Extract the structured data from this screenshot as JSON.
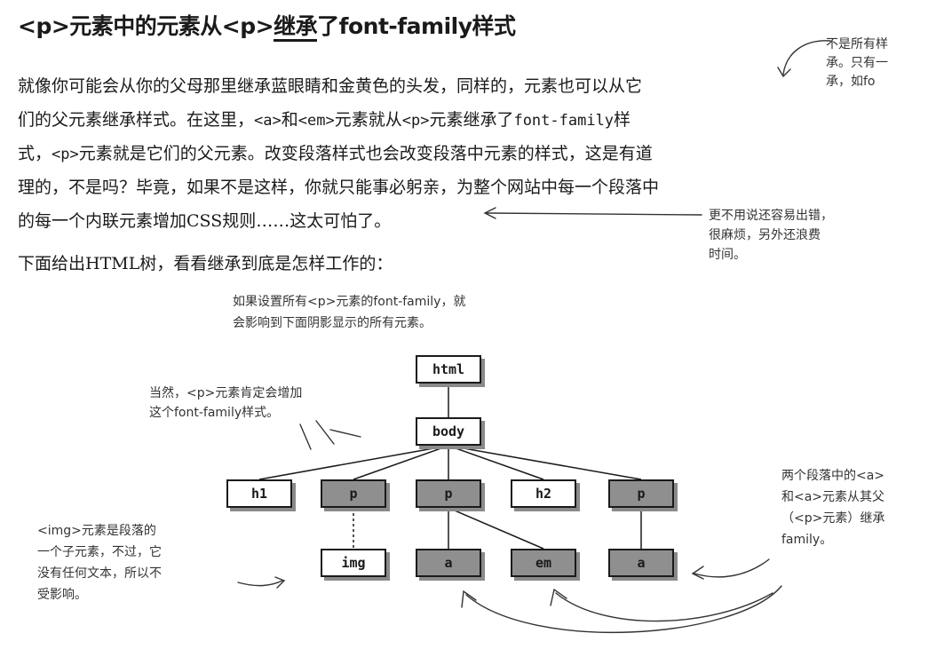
{
  "heading": {
    "part1": "<p>元素中的元素从<p>",
    "part2": "继承",
    "part3": "了font-family样式"
  },
  "paragraph_lines": [
    [
      "就像你可能会从你的父母那里继承蓝眼睛和金黄色的头发，同样的，元素也可以从它"
    ],
    [
      "们的父元素继承样式。在这里，",
      "<a>",
      "和",
      "<em>",
      "元素就从",
      "<p>",
      "元素继承了",
      "font-family",
      "样"
    ],
    [
      "式，",
      "<p>",
      "元素就是它们的父元素。改变段落样式也会改变段落中元素的样式，这是有道"
    ],
    [
      "理的，不是吗？毕竟，如果不是这样，你就只能事必躬亲，为整个网站中每一个段落中"
    ],
    [
      "的每一个内联元素增加CSS规则……这太可怕了。"
    ]
  ],
  "intro_tree": "下面给出HTML树，看看继承到底是怎样工作的：",
  "notes": {
    "top_right": [
      "不是所有样",
      "承。只有一",
      "承，如fo"
    ],
    "middle_right": [
      "更不用说还容易出错，",
      "很麻烦，另外还浪费",
      "时间。"
    ],
    "top_center": [
      "如果设置所有<p>元素的font-family，就",
      "会影响到下面阴影显示的所有元素。"
    ],
    "left_upper": [
      "当然，<p>元素肯定会增加",
      "这个font-family样式。"
    ],
    "left_lower": [
      "<img>元素是段落的",
      "一个子元素，不过，它",
      "没有任何文本，所以不",
      "受影响。"
    ],
    "right_lower": [
      "两个段落中的<a>",
      "和<a>元素从其父",
      "（<p>元素）继承",
      "family。"
    ]
  },
  "tree_nodes": {
    "html": "html",
    "body": "body",
    "h1": "h1",
    "p1": "p",
    "p2": "p",
    "h2": "h2",
    "p3": "p",
    "img": "img",
    "a1": "a",
    "em": "em",
    "a2": "a"
  },
  "colors": {
    "shaded_node": "#8f8f8f",
    "plain_node": "#ffffff",
    "shadow": "#8a8a8a"
  }
}
